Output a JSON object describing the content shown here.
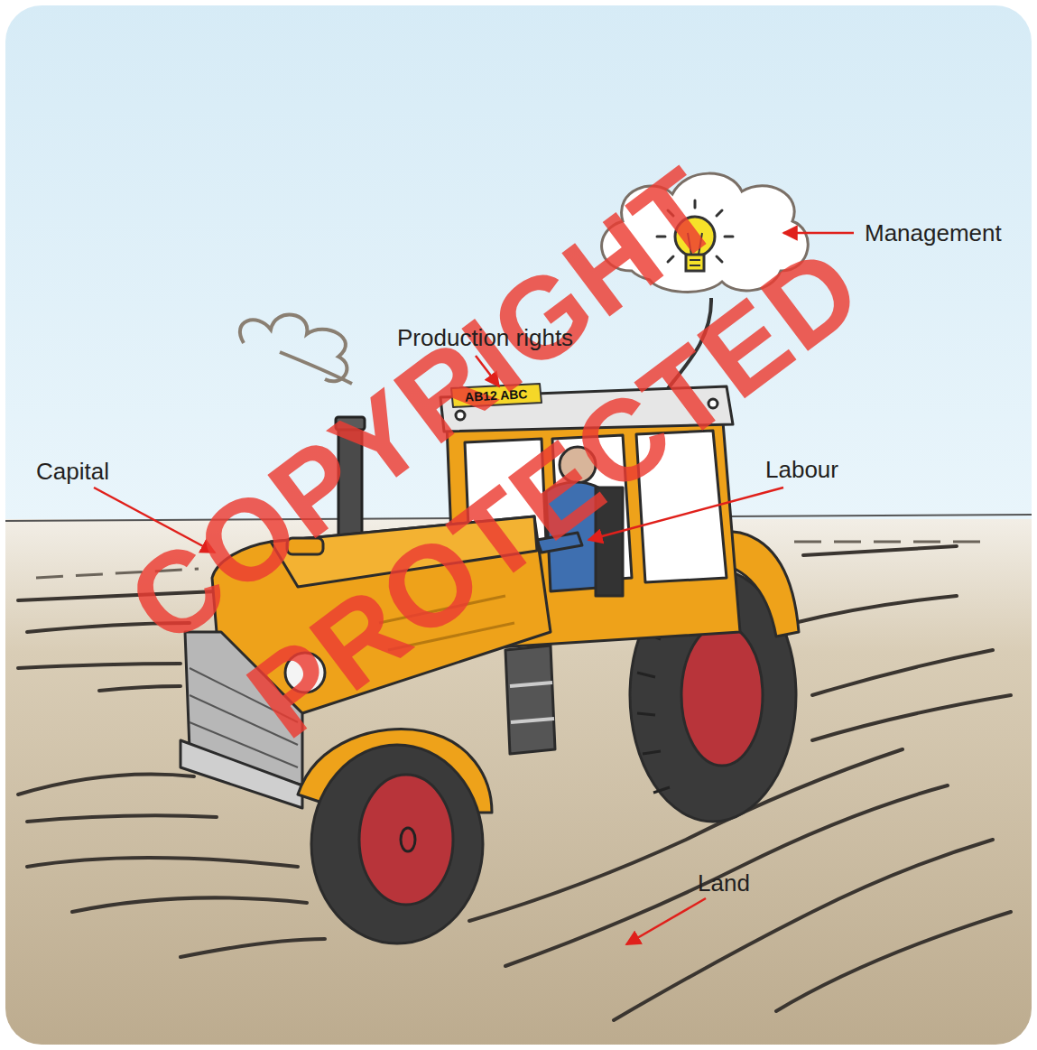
{
  "diagram": {
    "labels": [
      "COPYRIGHT",
      "PROTECTED",
      "Management",
      "Production rights",
      "AB12 ABC",
      "Capital",
      "Labour",
      "Land"
    ]
  }
}
